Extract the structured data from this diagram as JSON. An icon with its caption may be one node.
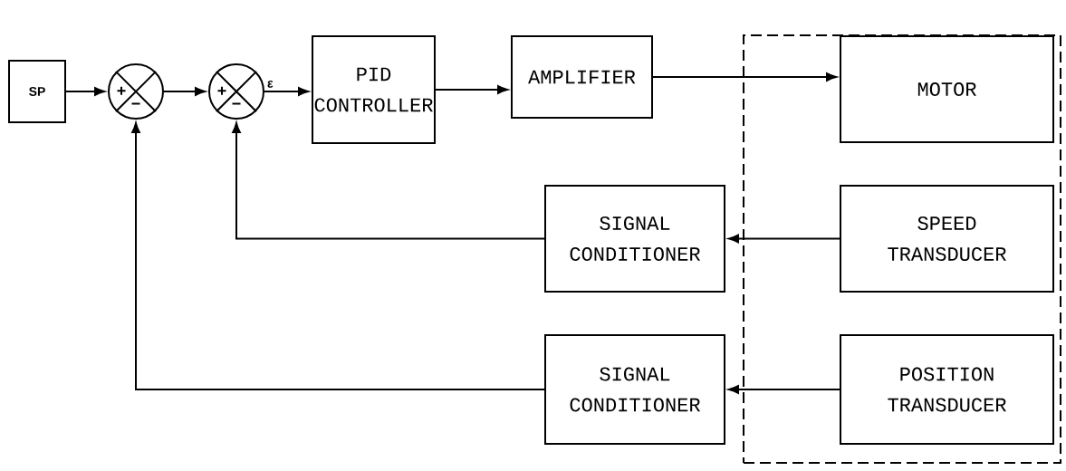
{
  "diagram": {
    "nodes": [
      {
        "text": [
          "SP"
        ]
      },
      {
        "text": [
          "+",
          "−"
        ]
      },
      {
        "text": [
          "+",
          "−"
        ]
      },
      {
        "text": [
          "PID CONTROLLER"
        ]
      },
      {
        "text": [
          "AMPLIFIER"
        ]
      },
      {
        "text": [],
        "shape": "box"
      },
      {
        "text": [
          "MOTOR"
        ],
        "in": 5
      },
      {
        "text": [
          "SPEED TRANSDUCER"
        ],
        "in": 5
      },
      {
        "text": [
          "POSITION TRANSDUCER"
        ],
        "in": 5
      },
      {
        "text": [
          "SIGNAL CONDITIONER"
        ]
      },
      {
        "text": [
          "SIGNAL CONDITIONER"
        ]
      }
    ],
    "edges": [
      {
        "from": 0,
        "to": 1,
        "arrow": "to"
      },
      {
        "from": 1,
        "to": 2,
        "arrow": "to"
      },
      {
        "from": 2,
        "to": 3,
        "arrow": "to",
        "label": "ε"
      },
      {
        "from": 3,
        "to": 4,
        "arrow": "to"
      },
      {
        "from": 4,
        "to": 6,
        "arrow": "to"
      },
      {
        "from": 7,
        "to": 9,
        "arrow": "to"
      },
      {
        "from": 9,
        "to": 2,
        "arrow": "to"
      },
      {
        "from": 8,
        "to": 10,
        "arrow": "to"
      },
      {
        "from": 10,
        "to": 1,
        "arrow": "to"
      }
    ]
  }
}
